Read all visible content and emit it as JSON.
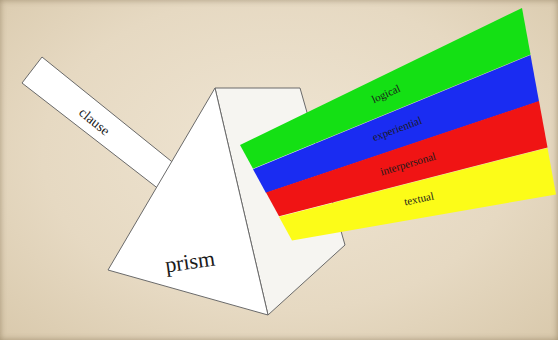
{
  "diagram": {
    "nodes": [
      {
        "text": [
          "clause"
        ]
      },
      {
        "text": [
          "prism"
        ]
      },
      {
        "text": [
          "logical"
        ]
      },
      {
        "text": [
          "experiential"
        ]
      },
      {
        "text": [
          "interpersonal"
        ]
      },
      {
        "text": [
          "textual"
        ]
      }
    ]
  }
}
